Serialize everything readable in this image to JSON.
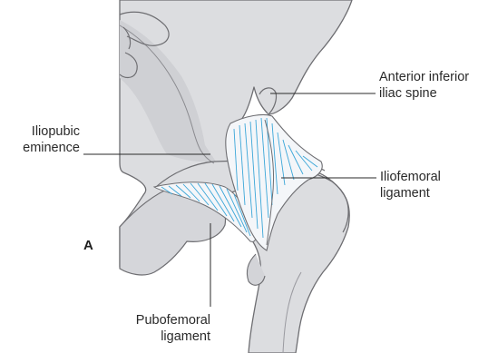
{
  "panel_letter": "A",
  "labels": {
    "anterior_inferior_iliac_spine": {
      "line1": "Anterior inferior",
      "line2": "iliac spine"
    },
    "iliopubic_eminence": {
      "line1": "Iliopubic",
      "line2": "eminence"
    },
    "iliofemoral_ligament": {
      "line1": "Iliofemoral",
      "line2": "ligament"
    },
    "pubofemoral_ligament": {
      "line1": "Pubofemoral",
      "line2": "ligament"
    }
  },
  "colors": {
    "bone_fill": "#dcdde0",
    "bone_outline": "#6e6e72",
    "ligament_fill": "#f4f6f9",
    "ligament_fibers": "#3aa6d8",
    "leader_lines": "#2a2a2a"
  }
}
